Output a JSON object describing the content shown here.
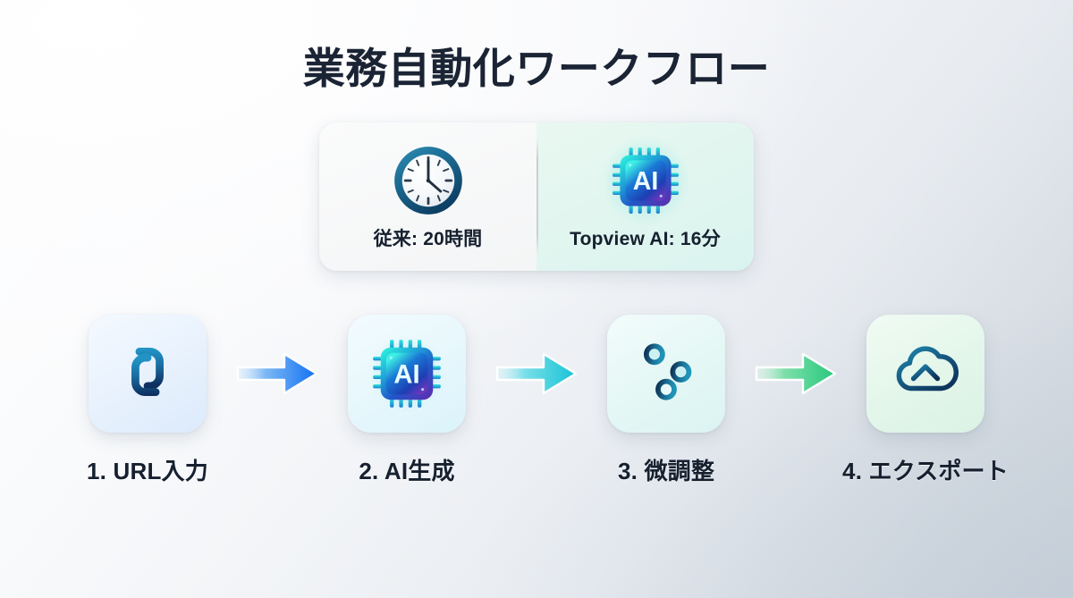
{
  "title": "業務自動化ワークフロー",
  "comparison": {
    "legacy": {
      "icon": "clock-icon",
      "label": "従来: 20時間",
      "value": "20時間",
      "name": "従来"
    },
    "ai": {
      "icon": "ai-chip-icon",
      "label": "Topview AI: 16分",
      "value": "16分",
      "name": "Topview AI",
      "chip_text": "AI"
    }
  },
  "steps": [
    {
      "label": "1. URL入力",
      "number": "1",
      "name": "URL入力",
      "icon": "link-icon"
    },
    {
      "label": "2. AI生成",
      "number": "2",
      "name": "AI生成",
      "icon": "ai-chip-icon"
    },
    {
      "label": "3. 微調整",
      "number": "3",
      "name": "微調整",
      "icon": "sliders-icon"
    },
    {
      "label": "4. エクスポート",
      "number": "4",
      "name": "エクスポート",
      "icon": "cloud-upload-icon"
    }
  ],
  "arrows": [
    {
      "name": "arrow-step1-to-step2",
      "color": "#1f7df5"
    },
    {
      "name": "arrow-step2-to-step3",
      "color": "#1fc5d6"
    },
    {
      "name": "arrow-step3-to-step4",
      "color": "#2fc97f"
    }
  ],
  "colors": {
    "title": "#1b2434",
    "label": "#16202f",
    "icon_dark": "#123a5e",
    "icon_teal": "#1c7fa8",
    "chip_cyan": "#2fe6d8",
    "card_ai_bg": "#e2f6ef",
    "card_legacy_bg": "#f5f6f7",
    "background_from": "#ffffff",
    "background_to": "#ccd3da"
  }
}
